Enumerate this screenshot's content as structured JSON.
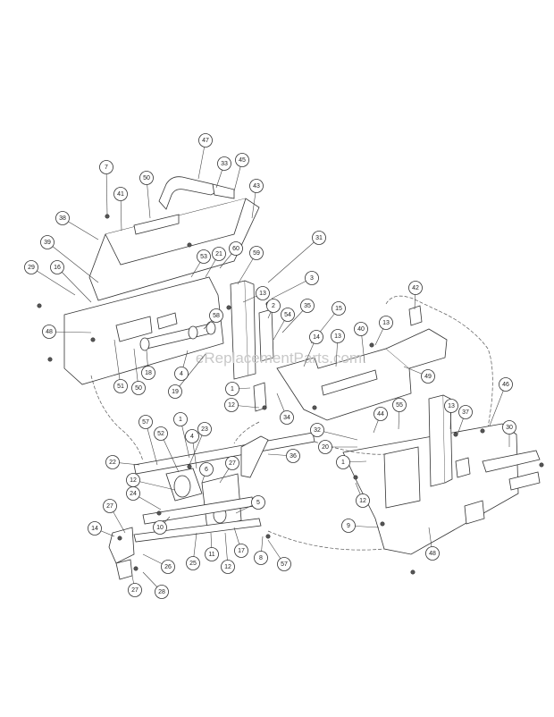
{
  "watermark": "eReplacementParts.com",
  "callouts": [
    {
      "label": "47"
    },
    {
      "label": "33"
    },
    {
      "label": "45"
    },
    {
      "label": "7"
    },
    {
      "label": "50"
    },
    {
      "label": "43"
    },
    {
      "label": "41"
    },
    {
      "label": "38"
    },
    {
      "label": "31"
    },
    {
      "label": "39"
    },
    {
      "label": "60"
    },
    {
      "label": "21"
    },
    {
      "label": "59"
    },
    {
      "label": "53"
    },
    {
      "label": "29"
    },
    {
      "label": "16"
    },
    {
      "label": "3"
    },
    {
      "label": "42"
    },
    {
      "label": "13"
    },
    {
      "label": "2"
    },
    {
      "label": "35"
    },
    {
      "label": "54"
    },
    {
      "label": "15"
    },
    {
      "label": "58"
    },
    {
      "label": "13"
    },
    {
      "label": "40"
    },
    {
      "label": "13"
    },
    {
      "label": "14"
    },
    {
      "label": "48"
    },
    {
      "label": "18"
    },
    {
      "label": "51"
    },
    {
      "label": "50"
    },
    {
      "label": "49"
    },
    {
      "label": "4"
    },
    {
      "label": "19"
    },
    {
      "label": "46"
    },
    {
      "label": "1"
    },
    {
      "label": "12"
    },
    {
      "label": "34"
    },
    {
      "label": "44"
    },
    {
      "label": "55"
    },
    {
      "label": "13"
    },
    {
      "label": "37"
    },
    {
      "label": "57"
    },
    {
      "label": "1"
    },
    {
      "label": "32"
    },
    {
      "label": "23"
    },
    {
      "label": "30"
    },
    {
      "label": "52"
    },
    {
      "label": "4"
    },
    {
      "label": "20"
    },
    {
      "label": "36"
    },
    {
      "label": "22"
    },
    {
      "label": "27"
    },
    {
      "label": "6"
    },
    {
      "label": "1"
    },
    {
      "label": "12"
    },
    {
      "label": "12"
    },
    {
      "label": "24"
    },
    {
      "label": "5"
    },
    {
      "label": "27"
    },
    {
      "label": "10"
    },
    {
      "label": "9"
    },
    {
      "label": "14"
    },
    {
      "label": "25"
    },
    {
      "label": "11"
    },
    {
      "label": "12"
    },
    {
      "label": "17"
    },
    {
      "label": "8"
    },
    {
      "label": "57"
    },
    {
      "label": "48"
    },
    {
      "label": "26"
    },
    {
      "label": "27"
    },
    {
      "label": "28"
    }
  ]
}
